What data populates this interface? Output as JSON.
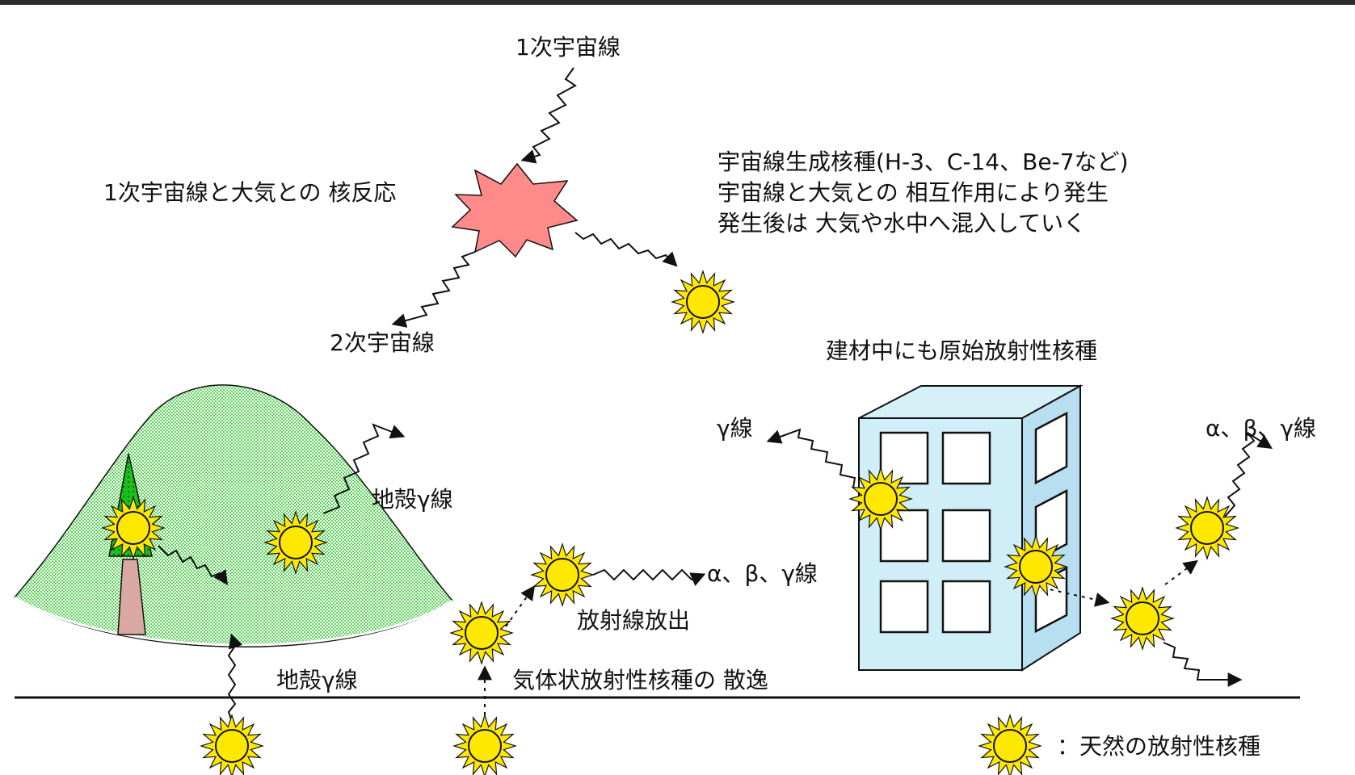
{
  "colors": {
    "sun": "#ffe800",
    "sun_ray": "#ffe800",
    "burst": "#ff8a8a",
    "hill": "#a9eea0",
    "building_front": "#cfeef7",
    "building_side": "#b8dff0",
    "tree": "#20c020",
    "trunk": "#d9a8a0",
    "ground": "#111111"
  },
  "labels": {
    "primary_cosmic_ray": "1次宇宙線",
    "nuclear_reaction": "1次宇宙線と大気との 核反応",
    "secondary_cosmic_ray": "2次宇宙線",
    "cosmogenic_line1": "宇宙線生成核種(H-3、C-14、Be-7など)",
    "cosmogenic_line2": "宇宙線と大気との 相互作用により発生",
    "cosmogenic_line3": "発生後は 大気や水中へ混入していく",
    "building_material": "建材中にも原始放射性核種",
    "gamma_left": "γ線",
    "abg_right": "α、β、γ線",
    "terrestrial_gamma_upper": "地殻γ線",
    "abg_middle": "α、β、γ線",
    "radiation_emission": "放射線放出",
    "terrestrial_gamma_lower": "地殻γ線",
    "gas_dispersion": "気体状放射性核種の 散逸",
    "legend_text": "：天然の放射性核種"
  },
  "icons": {
    "nuclide": "sun-icon",
    "reaction": "starburst-icon",
    "building": "building-icon",
    "tree": "tree-icon",
    "mountain": "mountain-icon"
  }
}
